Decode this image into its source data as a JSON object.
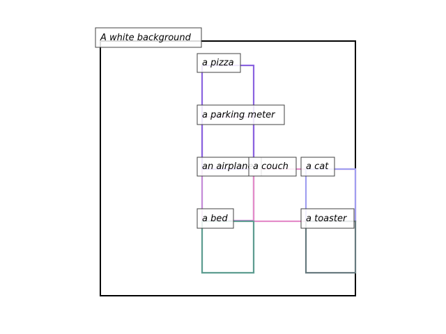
{
  "canvas": {
    "label": "A white background",
    "border_color": "#000000"
  },
  "regions": [
    {
      "id": "pizza",
      "label": "a pizza",
      "color": "#8a63e0"
    },
    {
      "id": "parking-meter",
      "label": "a parking meter",
      "color": "#c68ad8"
    },
    {
      "id": "airplane",
      "label": "an airplane",
      "color": "#b7f4ea"
    },
    {
      "id": "couch",
      "label": "a couch",
      "color": "#e48bc9"
    },
    {
      "id": "cat",
      "label": "a cat",
      "color": "#9f9ef0"
    },
    {
      "id": "bed",
      "label": "a bed",
      "color": "#5e9c90"
    },
    {
      "id": "toaster",
      "label": "a toaster",
      "color": "#66797e"
    }
  ]
}
